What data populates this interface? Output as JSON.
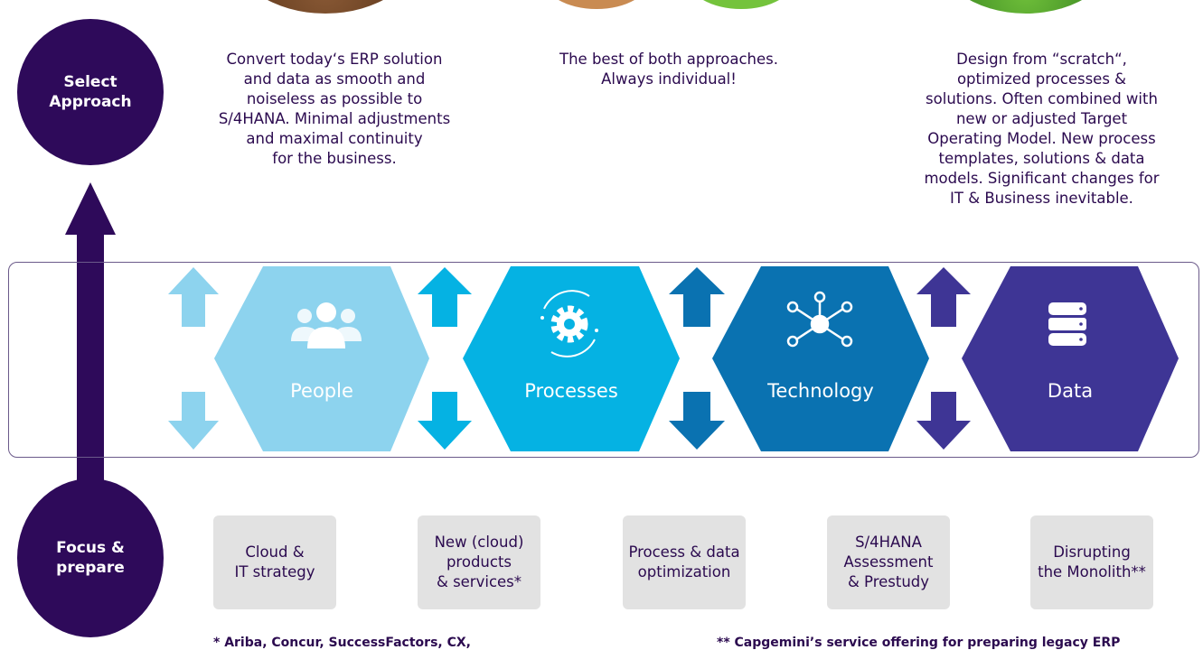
{
  "colors": {
    "dark_purple": "#2e0a5a",
    "people": "#8dd3ee",
    "processes": "#05b2e3",
    "technology": "#0a72b1",
    "data": "#3e3595",
    "box_bg": "#e2e2e2"
  },
  "left_axis": {
    "top_circle": "Select\nApproach",
    "bottom_circle": "Focus &\nprepare"
  },
  "approaches": [
    {
      "text": "Convert today‘s ERP solution\nand data as smooth and\nnoiseless as possible to\nS/4HANA. Minimal adjustments\nand maximal continuity\nfor the business."
    },
    {
      "text": "The best of both approaches.\nAlways individual!"
    },
    {
      "text": "Design from “scratch“,\noptimized processes &\nsolutions. Often combined with\nnew or adjusted Target\nOperating Model. New process\ntemplates, solutions & data\nmodels. Significant changes for\nIT & Business inevitable."
    }
  ],
  "pillars": [
    {
      "label": "People",
      "icon": "people-icon"
    },
    {
      "label": "Processes",
      "icon": "gear-cycle-icon"
    },
    {
      "label": "Technology",
      "icon": "network-hub-icon"
    },
    {
      "label": "Data",
      "icon": "database-icon"
    }
  ],
  "services": [
    {
      "label": "Cloud &\nIT strategy"
    },
    {
      "label": "New (cloud)\nproducts\n& services*"
    },
    {
      "label": "Process & data\noptimization"
    },
    {
      "label": "S/4HANA\nAssessment\n& Prestudy"
    },
    {
      "label": "Disrupting\nthe Monolith**"
    }
  ],
  "footnotes": {
    "left": "* Ariba, Concur, SuccessFactors, CX,",
    "right": "** Capgemini’s service offering for preparing legacy ERP"
  }
}
